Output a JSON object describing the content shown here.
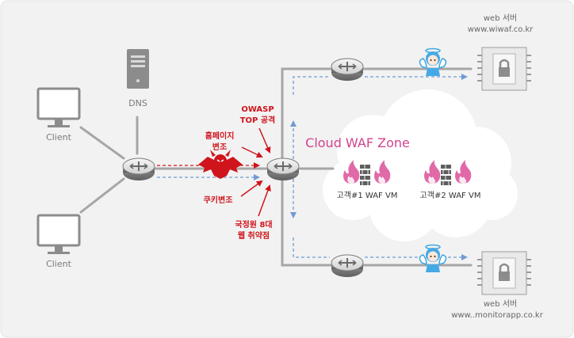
{
  "labels": {
    "dns": "DNS",
    "client_top": "Client",
    "client_bottom": "Client",
    "owasp_line1": "OWASP",
    "owasp_line2": "TOP 공격",
    "homepage_line1": "홈페이지",
    "homepage_line2": "변조",
    "cookie": "쿠키변조",
    "nis_line1": "국정원 8대",
    "nis_line2": "웹 취약점",
    "zone_title": "Cloud WAF Zone",
    "customer1": "고객#1 WAF VM",
    "customer2": "고객#2 WAF VM",
    "server_top_line1": "web 서버",
    "server_top_line2": "www.wiwaf.co.kr",
    "server_bottom_line1": "web 서버",
    "server_bottom_line2": "www..monitorapp.co.kr"
  },
  "colors": {
    "background": "#f2f2f2",
    "line": "#a6a6a6",
    "attack_red": "#d0141c",
    "dashed_blue": "#6f9bd1",
    "zone_pink": "#d2438e",
    "flame_pink": "#e06aa8",
    "device_gray": "#8c8c8c"
  }
}
